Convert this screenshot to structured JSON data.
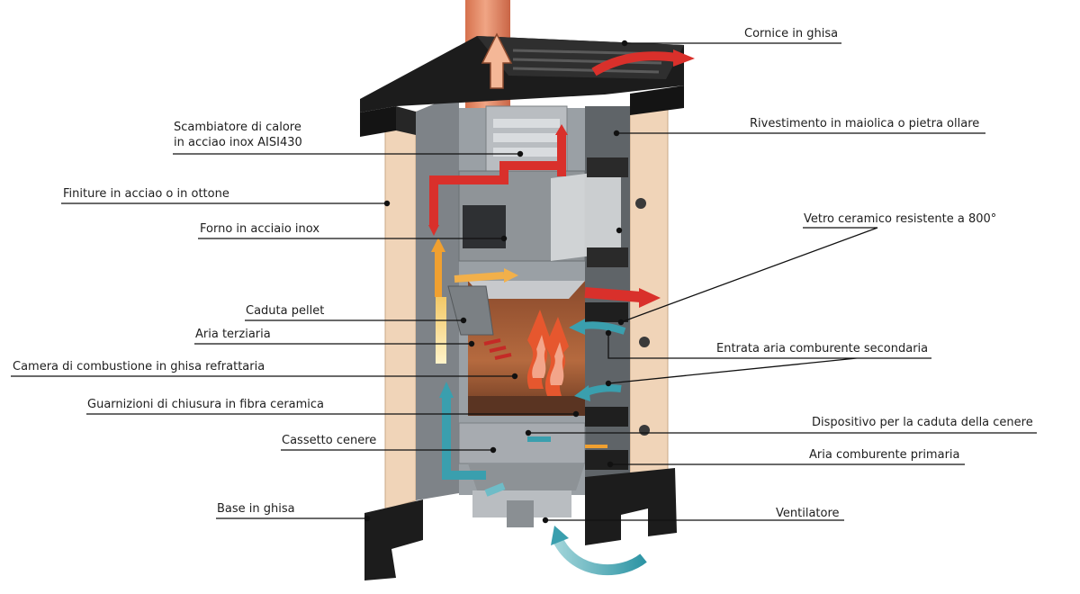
{
  "labels": {
    "cornice": "Cornice in ghisa",
    "rivestimento_a": "Rivestimento in maiolica",
    "rivestimento_b": "o pietra ollare",
    "scambiatore_1": "Scambiatore di calore",
    "scambiatore_2": "in acciao inox AISI430",
    "finiture": "Finiture in acciao o in ottone",
    "forno": "Forno in acciaio inox",
    "vetro": "Vetro ceramico resistente a 800°",
    "caduta_pellet": "Caduta pellet",
    "aria_terziaria": "Aria terziaria",
    "camera": "Camera di combustione in ghisa refrattaria",
    "entrata_aria": "Entrata aria comburente secondaria",
    "guarnizioni": "Guarnizioni di chiusura in fibra ceramica",
    "dispositivo": "Dispositivo per la caduta della cenere",
    "cassetto": "Cassetto cenere",
    "aria_primaria": "Aria comburente primaria",
    "base": "Base in ghisa",
    "ventilatore": "Ventilatore"
  },
  "colors": {
    "hot_air": "#d9302b",
    "cold_air": "#3a9fae",
    "flue_pipe": "#e8906b",
    "cladding": "#f0d4b8",
    "cast_iron": "#1c1c1c",
    "steel_panel": "#6f7378",
    "flame": "#e6572e",
    "warm_air": "#f0a030"
  }
}
